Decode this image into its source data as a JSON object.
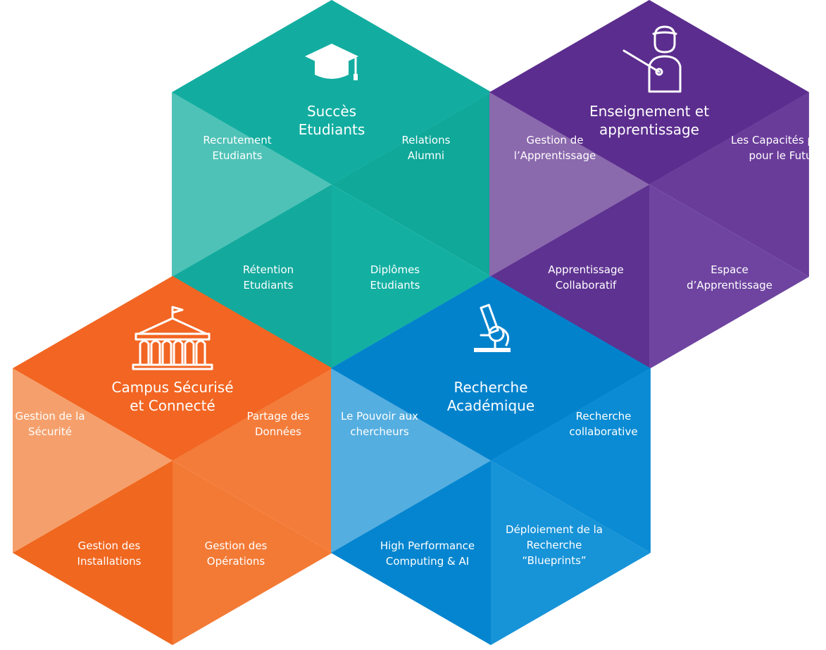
{
  "hexagons": [
    {
      "id": "succes",
      "colors": [
        "#12ada0",
        "#4fc2b7",
        "#0fa899",
        "#15b3a5",
        "#13b0a2",
        "#13aa9d"
      ],
      "icon": "graduation-cap-icon",
      "title": [
        "Succès",
        "Etudiants"
      ],
      "labels": [
        [
          "Recrutement",
          "Etudiants"
        ],
        [
          "Relations",
          "Alumni"
        ],
        [
          "Rétention",
          "Etudiants"
        ],
        [
          "Diplômes",
          "Etudiants"
        ]
      ]
    },
    {
      "id": "enseignement",
      "colors": [
        "#5b2d8e",
        "#8b69ad",
        "#6a3c9a",
        "#7a55a6",
        "#6e44a0",
        "#5e3291"
      ],
      "icon": "teacher-icon",
      "title": [
        "Enseignement et",
        "apprentissage"
      ],
      "labels": [
        [
          "Gestion de",
          "l’Apprentissage"
        ],
        [
          "Les Capacités prêtes",
          "pour le Future"
        ],
        [
          "Apprentissage",
          "Collaboratif"
        ],
        [
          "Espace",
          "d’Apprentissage"
        ]
      ]
    },
    {
      "id": "campus",
      "colors": [
        "#f26522",
        "#f5a06c",
        "#f47c3a",
        "#f58a4f",
        "#f37a35",
        "#f0671f"
      ],
      "icon": "university-building-icon",
      "title": [
        "Campus Sécurisé",
        "et Connecté"
      ],
      "labels": [
        [
          "Gestion de la",
          "Sécurité"
        ],
        [
          "Partage des",
          "Données"
        ],
        [
          "Gestion des",
          "Installations"
        ],
        [
          "Gestion des",
          "Opérations"
        ]
      ]
    },
    {
      "id": "recherche",
      "colors": [
        "#0382cc",
        "#55aee0",
        "#0a8bd3",
        "#2d9ddc",
        "#1793d8",
        "#0585cf"
      ],
      "icon": "microscope-icon",
      "title": [
        "Recherche",
        "Académique"
      ],
      "labels": [
        [
          "Le Pouvoir aux",
          "chercheurs"
        ],
        [
          "Recherche",
          "collaborative"
        ],
        [
          "High Performance",
          "Computing & AI"
        ],
        [
          "Déploiement de la",
          "Recherche",
          "“Blueprints”"
        ]
      ]
    }
  ]
}
